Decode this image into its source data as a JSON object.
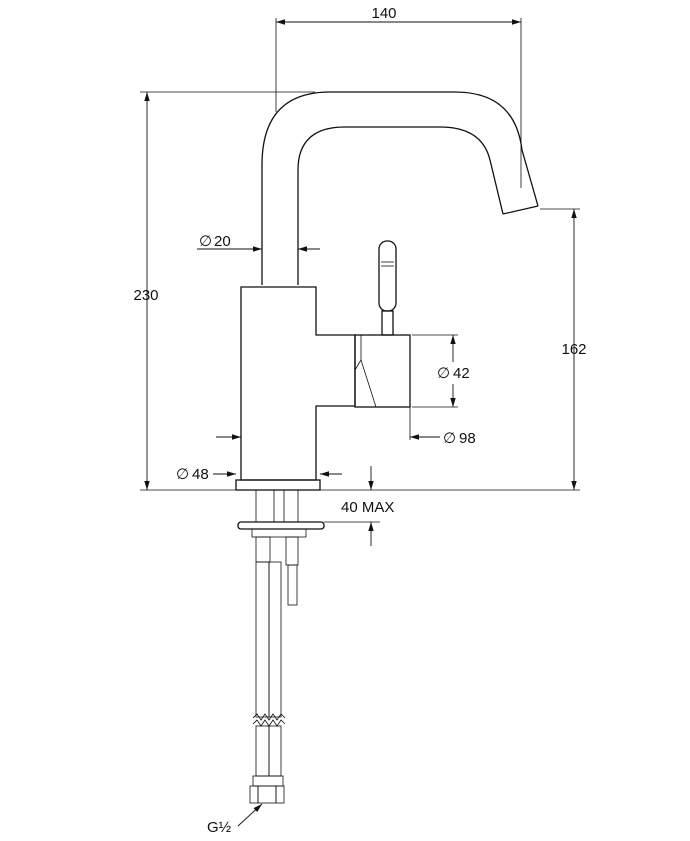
{
  "dimensions": {
    "width": "140",
    "height_total": "230",
    "height_outlet": "162",
    "pipe_diameter_symbol": "∅",
    "pipe_diameter": "20",
    "base_diameter": "48",
    "cartridge_diameter": "42",
    "lever_diameter": "98",
    "deck_thickness": "40 MAX",
    "connection": "G½"
  }
}
